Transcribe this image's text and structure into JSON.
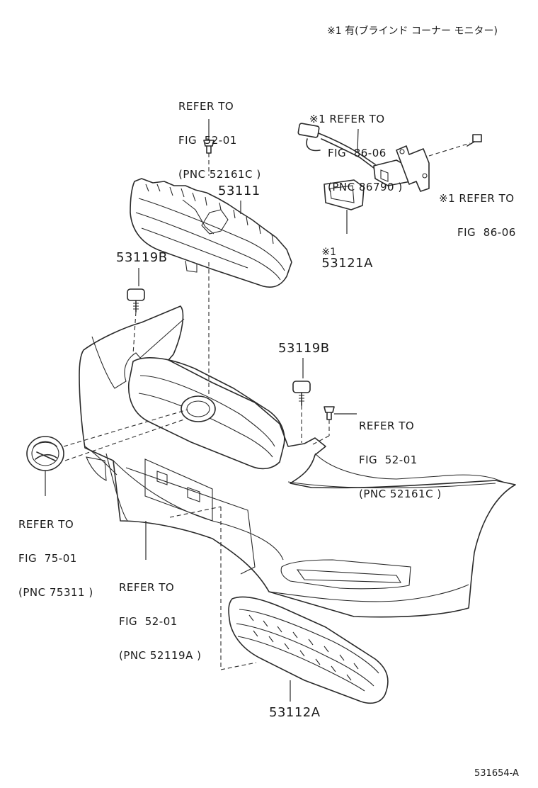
{
  "header_note": "※1 有(ブラインド コーナー モニター)",
  "diagram_code": "531654-A",
  "parts": {
    "grille_upper": "53111",
    "grille_lower": "53112A",
    "cap_left": "53119B",
    "cap_right": "53119B",
    "sensor_cover": "53121A"
  },
  "sensor_cover_note": "※1",
  "references": {
    "clip_top": {
      "line1": "REFER TO",
      "line2": "FIG  52-01",
      "line3": "(PNC 52161C )"
    },
    "sensor_harness": {
      "line1": "※1 REFER TO",
      "line2": "FIG  86-06",
      "line3": "(PNC 86790 )"
    },
    "sensor_bracket": {
      "line1": "※1 REFER TO",
      "line2": "FIG  86-06"
    },
    "clip_right": {
      "line1": "REFER TO",
      "line2": "FIG  52-01",
      "line3": "(PNC 52161C )"
    },
    "emblem": {
      "line1": "REFER TO",
      "line2": "FIG  75-01",
      "line3": "(PNC 75311 )"
    },
    "bumper": {
      "line1": "REFER TO",
      "line2": "FIG  52-01",
      "line3": "(PNC 52119A )"
    }
  }
}
